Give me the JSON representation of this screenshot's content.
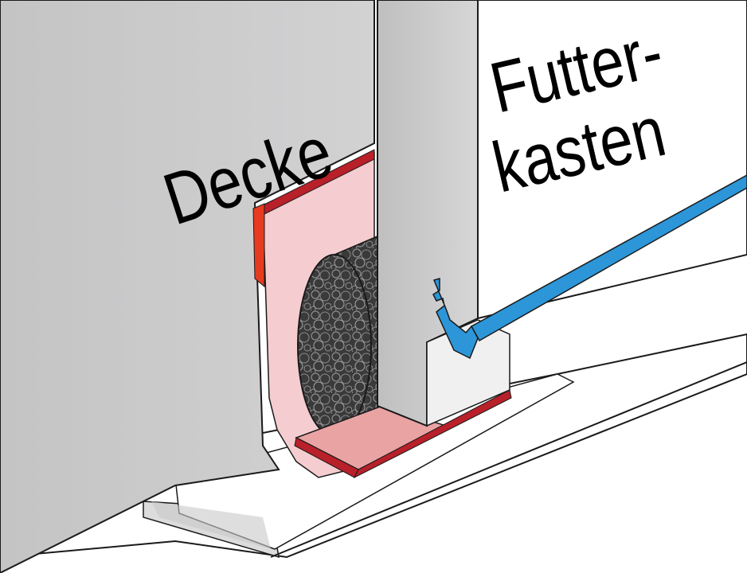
{
  "labels": {
    "ceiling": "Decke",
    "box_line1": "Futter-",
    "box_line2": "kasten"
  },
  "colors": {
    "ceiling_face": "#c9c9ca",
    "ceiling_side": "#d9d9da",
    "box_face": "#ffffff",
    "pink_tape": "#f5cdd0",
    "red_tape": "#e63b1f",
    "dark_red_tape": "#b8202a",
    "pink_base": "#e9a3a3",
    "foam_rod": "#3a3a3a",
    "blue_profile": "#2c96d8",
    "outline": "#1a1a1a"
  }
}
